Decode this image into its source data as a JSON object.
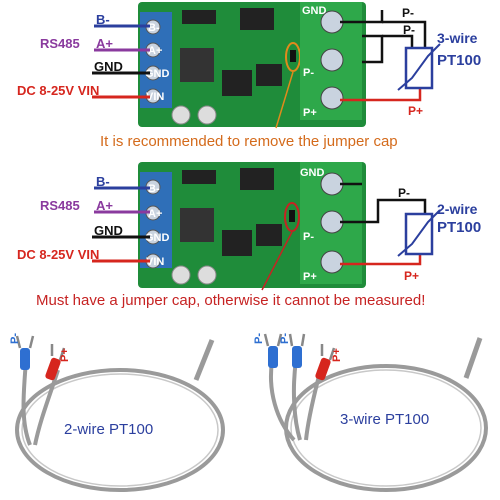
{
  "colors": {
    "pcb_green": "#1f8c3a",
    "terminal_blue": "#2f6fb8",
    "terminal_green": "#2ea84a",
    "label_blue": "#2b3f9e",
    "label_purple": "#8a3a9e",
    "label_red": "#d6261e",
    "note_orange": "#d46b1c",
    "note_red": "#c62323",
    "black": "#111111"
  },
  "top_board": {
    "left_terminal_labels": [
      "B-",
      "A+",
      "GND",
      "VIN"
    ],
    "right_terminal_labels": [
      "GND",
      "P-",
      "P+"
    ],
    "wire_labels": {
      "b_minus": "B-",
      "a_plus": "A+",
      "gnd": "GND",
      "vin": "DC 8-25V VIN"
    },
    "rs485_label": "RS485",
    "sensor_label_line1": "3-wire",
    "sensor_label_line2": "PT100",
    "probe_labels": {
      "p_minus_top": "P-",
      "p_minus_bottom": "P-",
      "p_plus": "P+"
    },
    "note": "It is recommended to remove the jumper cap"
  },
  "bottom_board": {
    "left_terminal_labels": [
      "B-",
      "A+",
      "GND",
      "VIN"
    ],
    "right_terminal_labels": [
      "GND",
      "P-",
      "P+"
    ],
    "wire_labels": {
      "b_minus": "B-",
      "a_plus": "A+",
      "gnd": "GND",
      "vin": "DC 8-25V VIN"
    },
    "rs485_label": "RS485",
    "sensor_label_line1": "2-wire",
    "sensor_label_line2": "PT100",
    "probe_labels": {
      "p_minus": "P-",
      "p_plus": "P+"
    },
    "note": "Must have a jumper cap, otherwise it cannot be measured!"
  },
  "photos": {
    "left_caption": "2-wire PT100",
    "right_caption": "3-wire PT100",
    "left_lug_labels": {
      "p_minus": "P-",
      "p_plus": "P+"
    },
    "right_lug_labels": {
      "p_minus_a": "P-",
      "p_minus_b": "P-",
      "p_plus": "P+"
    }
  }
}
